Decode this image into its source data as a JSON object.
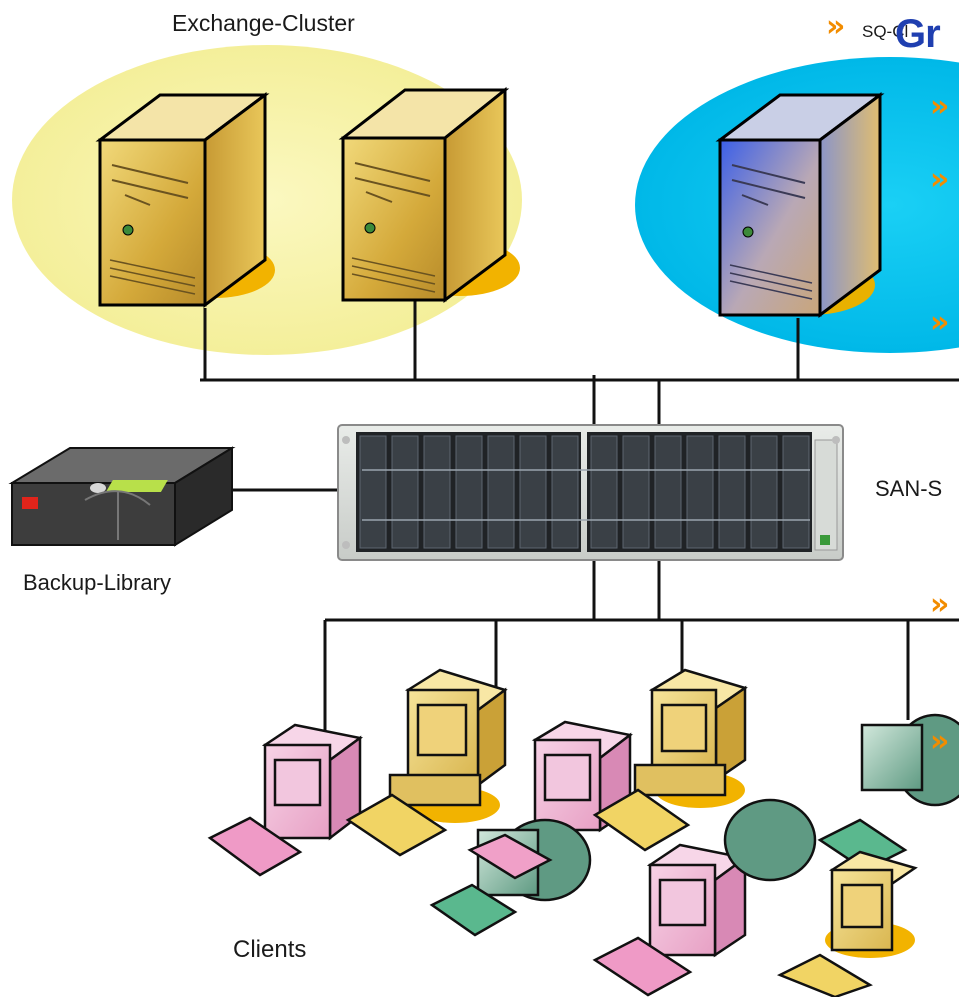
{
  "labels": {
    "exchange_cluster": "Exchange-Cluster",
    "sql_cluster": "SQ-Cl",
    "san_storage": "SAN-S",
    "backup_library": "Backup-Library",
    "clients": "Clients"
  },
  "slide": {
    "title": "Gr",
    "bullet_glyph": "»"
  },
  "colors": {
    "exchange_ellipse": "#f6f3a4",
    "sql_ellipse": "#00c4ee",
    "accent": "#f28c00",
    "title": "#1f3fb0"
  }
}
